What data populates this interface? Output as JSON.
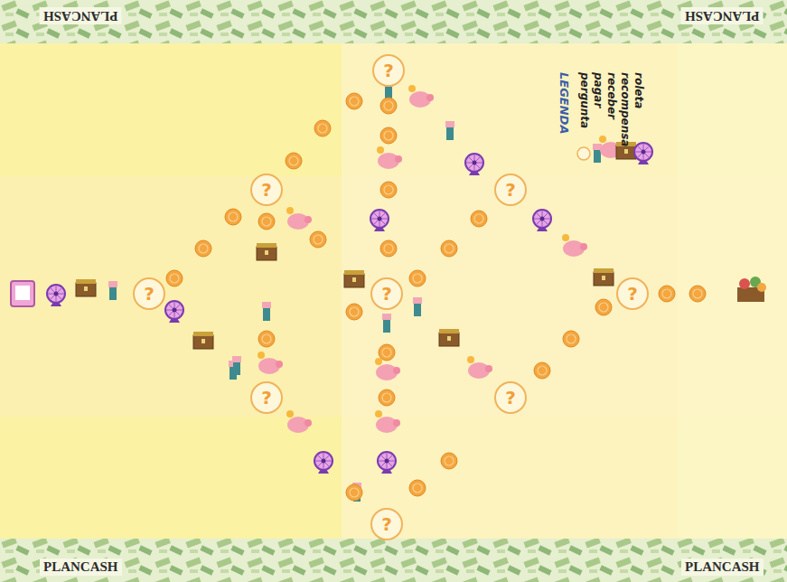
{
  "diagram": {
    "nodes": [
      {
        "text": [
          "?"
        ]
      },
      {
        "text": [
          "?"
        ]
      },
      {
        "text": [
          "?"
        ]
      },
      {
        "text": [
          "?"
        ]
      },
      {
        "text": [
          "?"
        ]
      },
      {
        "text": [
          "?"
        ]
      },
      {
        "text": [
          "?"
        ]
      },
      {
        "text": [
          "?"
        ]
      },
      {
        "text": [
          "?"
        ]
      }
    ],
    "labels": [
      "PLANCASH",
      "PLANCASH",
      "PLANCASH",
      "PLANCASH",
      "LEGENDA"
    ],
    "legend": [
      {
        "text": "pergunta"
      },
      {
        "text": "pagar"
      },
      {
        "text": "receber"
      },
      {
        "text": "recompensa"
      },
      {
        "text": "roleta"
      }
    ]
  }
}
